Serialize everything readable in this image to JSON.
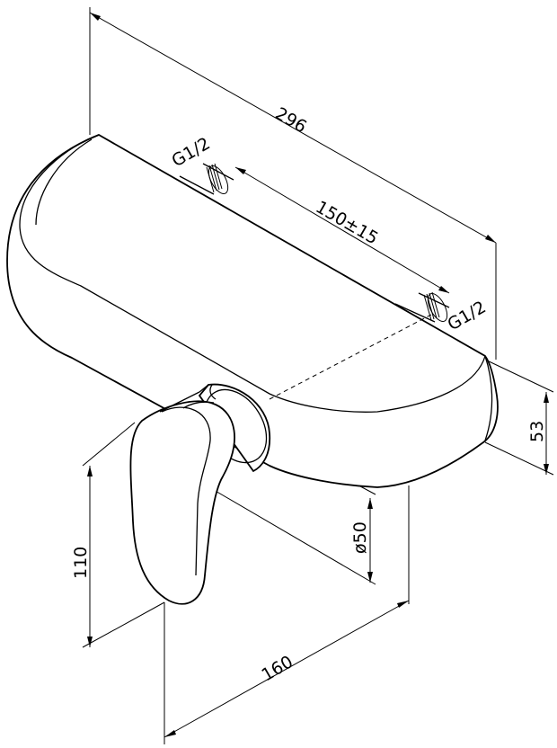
{
  "drawing": {
    "subject": "shower mixer",
    "dimensions": {
      "total_length": "296",
      "connection_spacing": "150±15",
      "thread_left": "G1/2",
      "thread_right": "G1/2",
      "body_height": "53",
      "rosette_diameter": "ø50",
      "lever_height": "110",
      "depth": "160"
    },
    "colors": {
      "line": "#000000",
      "background": "#ffffff"
    }
  }
}
